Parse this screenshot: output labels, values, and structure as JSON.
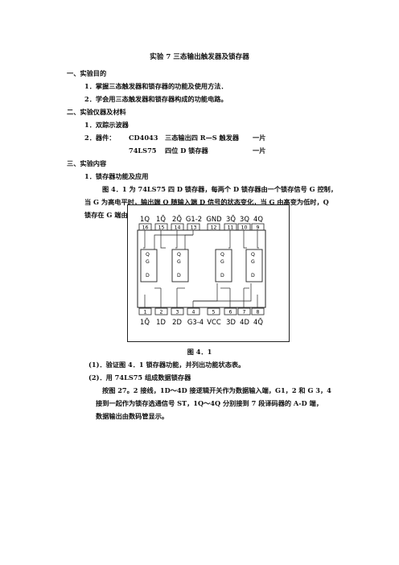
{
  "title": "实验 7  三态输出触发器及锁存器",
  "sections": {
    "s1": {
      "heading": "一、实验目的",
      "items": [
        "1．掌握三态触发器和锁存器的功能及使用方法．",
        "2．学会用三态触发器和锁存器构成的功能电路。"
      ]
    },
    "s2": {
      "heading": "二、实验仪器及材料",
      "item1": "1．双踪示波器",
      "item2_label": "2．器件：",
      "rows": [
        {
          "part": "CD4043",
          "desc": "三态输出四 R—S 触发器",
          "qty": "一片"
        },
        {
          "part": "74LS75",
          "desc": "四位 D 锁存器",
          "qty": "一片"
        }
      ]
    },
    "s3": {
      "heading": "三、实验内容",
      "item1": "1．锁存器功能及应用",
      "para": [
        "图 4．1 为 74LS75 四 D 锁存器，每两个 D 锁存器由一个锁存信号 G 控制，",
        "当 G 为高电平时，输出端 Q 随输入端 D 信号的状态变化，当 G 由高变为低时，Q",
        "锁存在 G 端由高变低前  Q 的电平上。"
      ]
    }
  },
  "figure": {
    "top_pins": [
      "1Q",
      "1Q̄",
      "2Q̄",
      "G1-2",
      "GND",
      "3Q̄",
      "3Q",
      "4Q"
    ],
    "top_nums": [
      "16",
      "15",
      "14",
      "13",
      "12",
      "11",
      "10",
      "9"
    ],
    "bottom_nums": [
      "1",
      "2",
      "3",
      "4",
      "5",
      "6",
      "7",
      "8"
    ],
    "bottom_pins": [
      "1Q̄",
      "1D",
      "2D",
      "G3-4",
      "VCC",
      "3D",
      "4D",
      "4Q̄"
    ],
    "caption": "图 4．1"
  },
  "steps": [
    "(1)．验证图 4．1 锁存器功能，并列出功能状态表。",
    "(2)．用 74LS75 组成数据锁存器"
  ],
  "step2_para": [
    "按图  27。2 接线，1D～4D 接逻辑开关作为数据输入端，G1，2 和  G 3，4",
    "接到一起作为锁存选通信号  ST，1Q～4Q 分别接到  7 段译码器的  A-D 端，",
    "数据输出由数码管显示。"
  ]
}
